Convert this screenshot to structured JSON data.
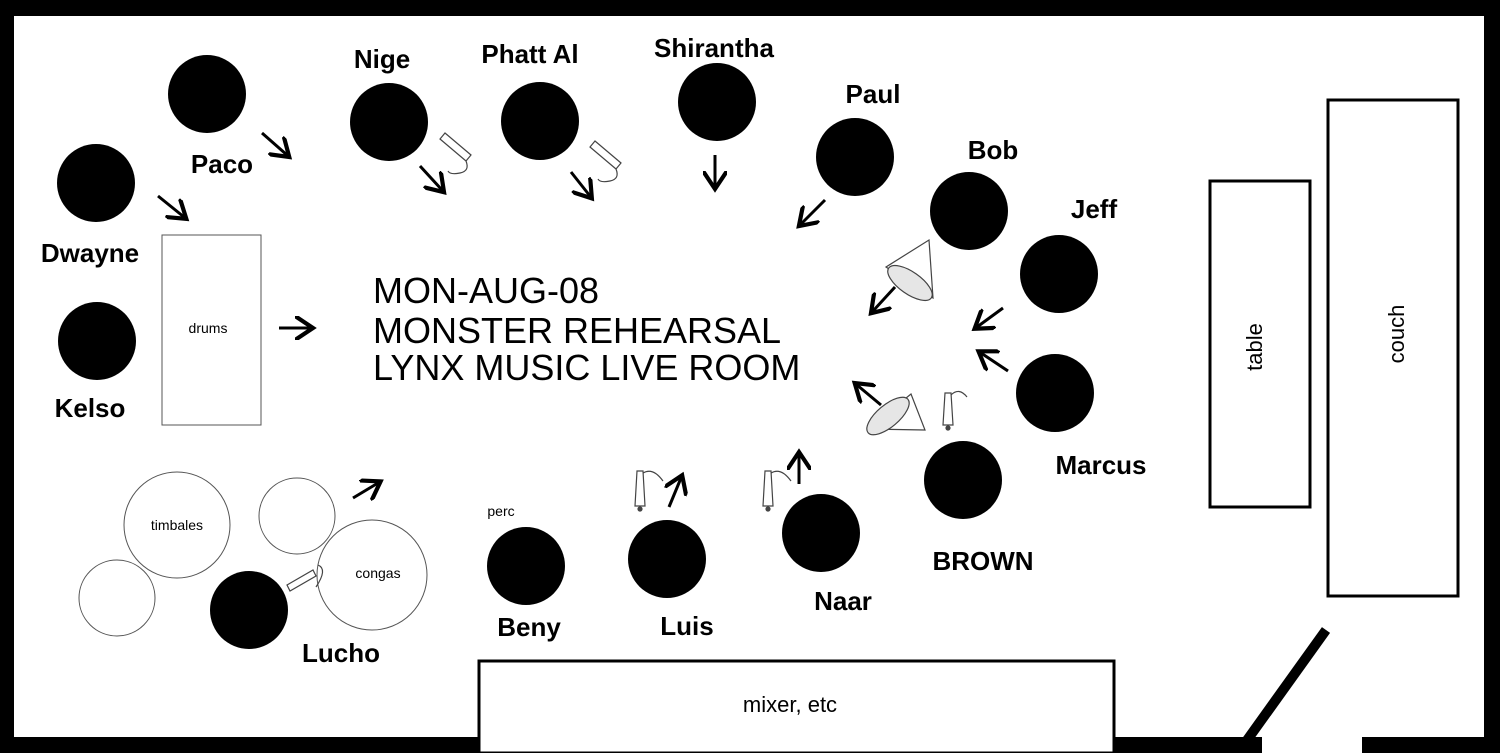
{
  "title": {
    "line1": "MON-AUG-08",
    "line2": "MONSTER REHEARSAL",
    "line3": "LYNX MUSIC  LIVE ROOM"
  },
  "people": {
    "paco": "Paco",
    "dwayne": "Dwayne",
    "kelso": "Kelso",
    "nige": "Nige",
    "phatt_al": "Phatt Al",
    "shirantha": "Shirantha",
    "paul": "Paul",
    "bob": "Bob",
    "jeff": "Jeff",
    "marcus": "Marcus",
    "brown": "BROWN",
    "naar": "Naar",
    "luis": "Luis",
    "beny": "Beny",
    "lucho": "Lucho"
  },
  "labels": {
    "drums": "drums",
    "timbales": "timbales",
    "congas": "congas",
    "perc": "perc",
    "table": "table",
    "couch": "couch",
    "mixer": "mixer, etc"
  },
  "colors": {
    "ink": "#000000",
    "paper": "#ffffff",
    "monitor_fill": "#e6e6e6"
  }
}
